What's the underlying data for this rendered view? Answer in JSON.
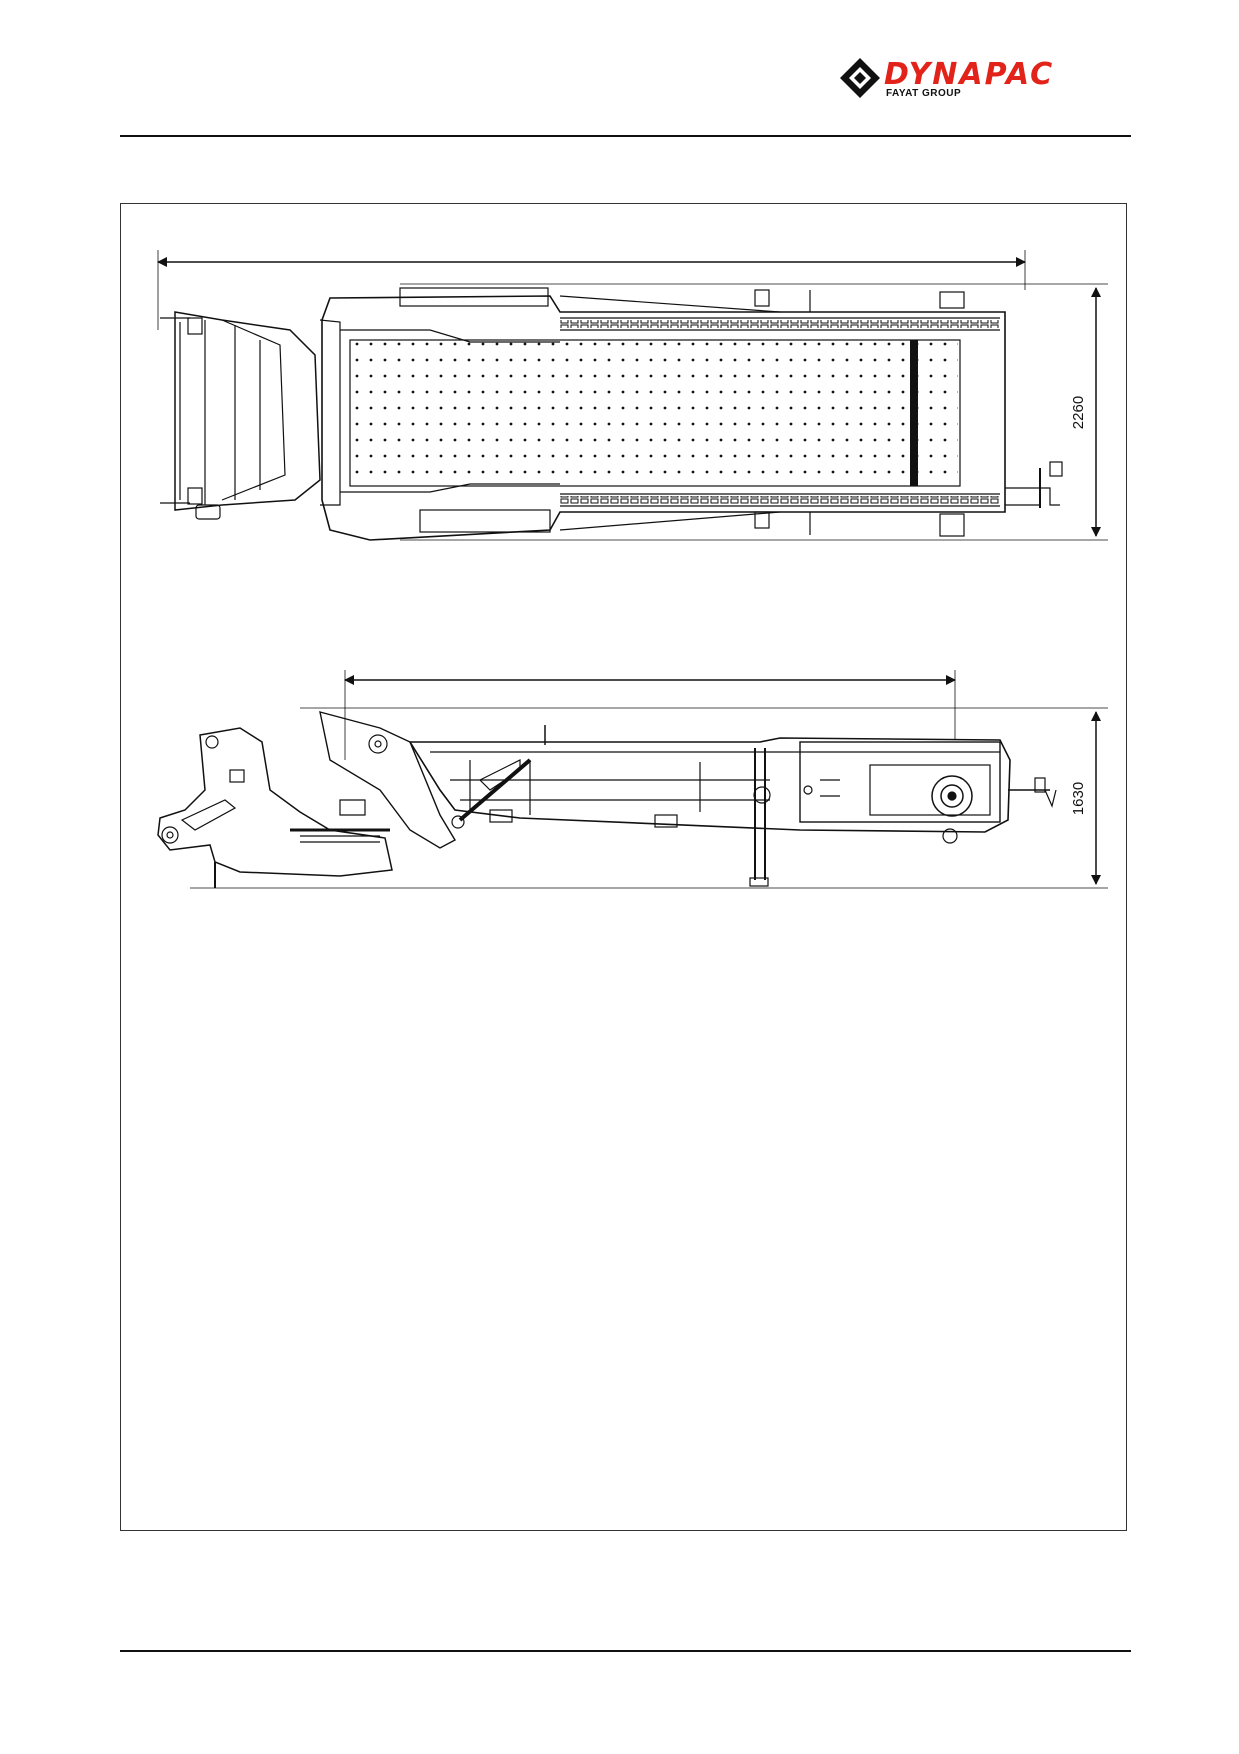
{
  "header": {
    "brand": "DYNAPAC",
    "brand_sub": "FAYAT GROUP",
    "brand_color": "#e2231a"
  },
  "drawing": {
    "top_view_width_dim": "2260",
    "side_view_height_dim": "1630"
  }
}
